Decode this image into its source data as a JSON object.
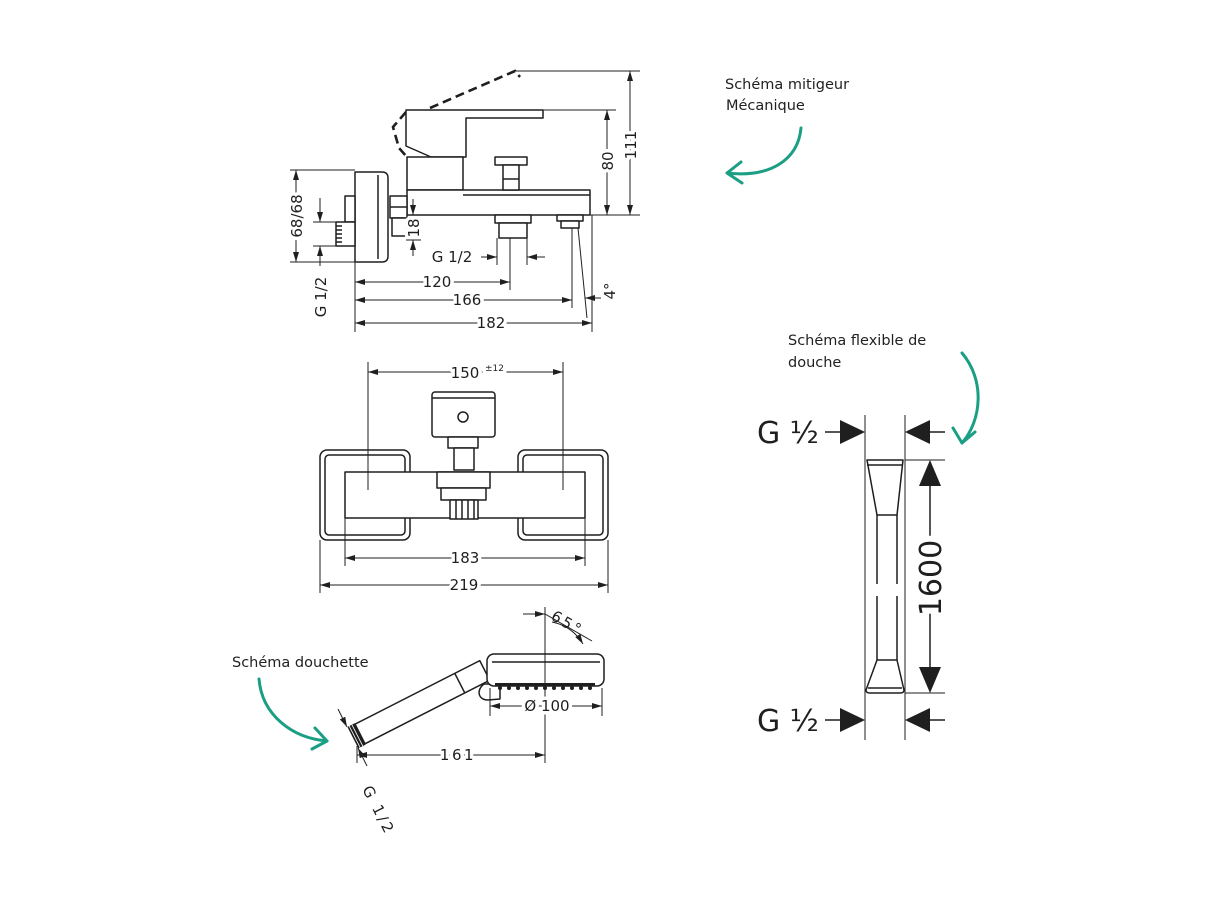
{
  "annotations": {
    "mixer": [
      "Schéma mitigeur",
      "Mécanique"
    ],
    "hose": [
      "Schéma flexible de",
      "douche"
    ],
    "hand_shower": "Schéma douchette"
  },
  "mixer_side": {
    "dim_111": "111",
    "dim_80": "80",
    "dim_68_68": "68/68",
    "thread_wall": "G 1/2",
    "dim_18": "18",
    "thread_outlet": "G 1/2",
    "dim_120": "120",
    "dim_166": "166",
    "dim_182": "182",
    "angle": "4°"
  },
  "mixer_front": {
    "dim_150": "150",
    "tolerance": "±12",
    "dim_183": "183",
    "dim_219": "219"
  },
  "hand_shower": {
    "angle": "65°",
    "diameter": "Ø 100",
    "dim_161": "161",
    "thread": "G 1/2"
  },
  "hose": {
    "thread_top": "G ½",
    "length": "1600",
    "thread_bottom": "G ½"
  },
  "colors": {
    "line": "#1f1f1f",
    "accent": "#1a9e84"
  }
}
